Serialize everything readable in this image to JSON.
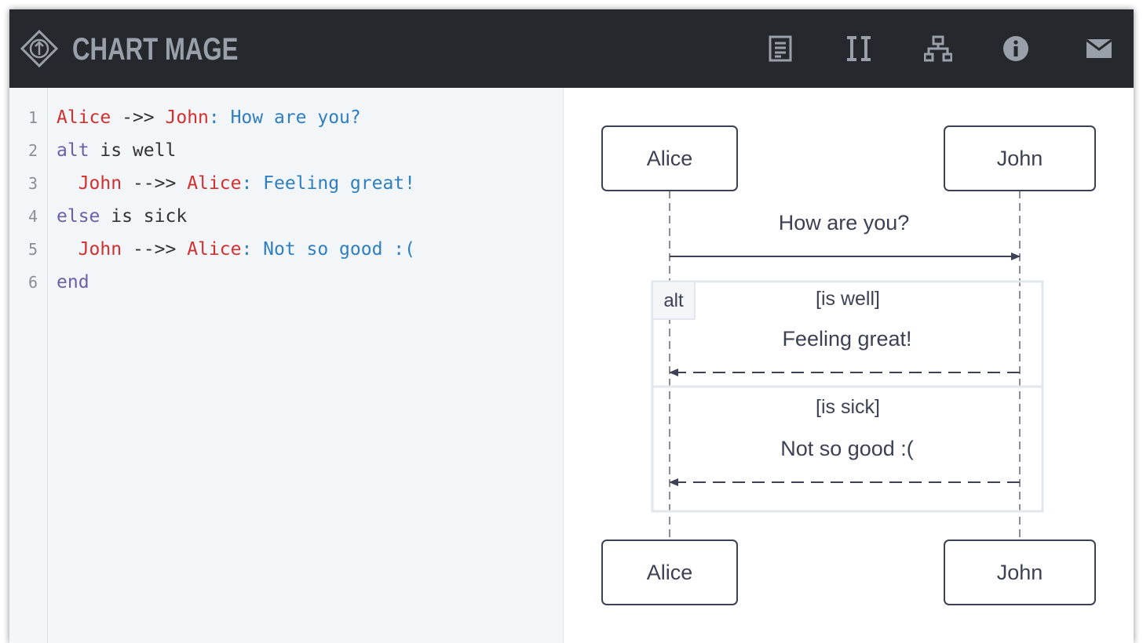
{
  "app": {
    "name": "CHART MAGE"
  },
  "nav": [
    {
      "icon": "document-icon"
    },
    {
      "icon": "columns-icon"
    },
    {
      "icon": "sitemap-icon"
    },
    {
      "icon": "info-icon"
    },
    {
      "icon": "mail-icon"
    }
  ],
  "editor": {
    "line_numbers": [
      "1",
      "2",
      "3",
      "4",
      "5",
      "6"
    ],
    "lines": [
      {
        "tokens": [
          {
            "text": "Alice",
            "type": "actor"
          },
          {
            "text": " ->> ",
            "type": "arrow"
          },
          {
            "text": "John",
            "type": "actor"
          },
          {
            "text": ": How are you?",
            "type": "msg"
          }
        ]
      },
      {
        "tokens": [
          {
            "text": "alt",
            "type": "kw"
          },
          {
            "text": " is well",
            "type": "plain"
          }
        ]
      },
      {
        "tokens": [
          {
            "text": "  John",
            "type": "actor"
          },
          {
            "text": " -->> ",
            "type": "arrow"
          },
          {
            "text": "Alice",
            "type": "actor"
          },
          {
            "text": ": Feeling great!",
            "type": "msg"
          }
        ]
      },
      {
        "tokens": [
          {
            "text": "else",
            "type": "kw"
          },
          {
            "text": " is sick",
            "type": "plain"
          }
        ]
      },
      {
        "tokens": [
          {
            "text": "  John",
            "type": "actor"
          },
          {
            "text": " -->> ",
            "type": "arrow"
          },
          {
            "text": "Alice",
            "type": "actor"
          },
          {
            "text": ": Not so good :(",
            "type": "msg"
          }
        ]
      },
      {
        "tokens": [
          {
            "text": "end",
            "type": "kw"
          }
        ]
      }
    ]
  },
  "diagram": {
    "participants": [
      "Alice",
      "John"
    ],
    "messages": [
      {
        "from": "Alice",
        "to": "John",
        "text": "How are you?",
        "style": "solid"
      },
      {
        "from": "John",
        "to": "Alice",
        "text": "Feeling great!",
        "style": "dashed"
      },
      {
        "from": "John",
        "to": "Alice",
        "text": "Not so good :(",
        "style": "dashed"
      }
    ],
    "alt": {
      "label": "alt",
      "conditions": [
        "[is well]",
        "[is sick]"
      ]
    }
  },
  "colors": {
    "header_bg": "#25282d",
    "logo": "#9aa0aa",
    "editor_bg": "#f3f6f9",
    "actor_token": "#d32f2f",
    "message_token": "#2f7ebf",
    "keyword_token": "#6a5fa8",
    "diagram_ink": "#3d4155",
    "alt_border": "#e2e7ee"
  }
}
